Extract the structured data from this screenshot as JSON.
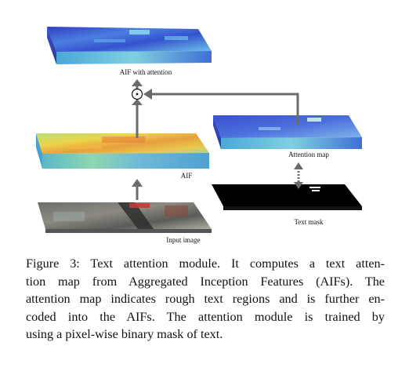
{
  "figure": {
    "labels": {
      "aif_with_attention": "AIF with attention",
      "aif": "AIF",
      "input_image": "Input image",
      "attention_map": "Attention map",
      "text_mask": "Text mask"
    },
    "operator_symbol": "⊙",
    "icons": [
      "arrow-up-icon",
      "arrow-left-icon",
      "dotted-bidirectional-arrow-icon",
      "elementwise-product-icon"
    ],
    "colors": {
      "feature_blue": "#3a5fd6",
      "feature_cyan": "#5fb9e6",
      "aif_yellow": "#e8d84a",
      "aif_orange": "#e6963a",
      "arrow_gray": "#6b6b6b",
      "mask_black": "#000000"
    }
  },
  "caption": {
    "lines": [
      "Figure 3: Text attention module. It computes a text atten-",
      "tion map from Aggregated Inception Features (AIFs). The",
      "attention map indicates rough text regions and is further en-",
      "coded into the AIFs. The attention module is trained by",
      "using a pixel-wise binary mask of text."
    ]
  }
}
